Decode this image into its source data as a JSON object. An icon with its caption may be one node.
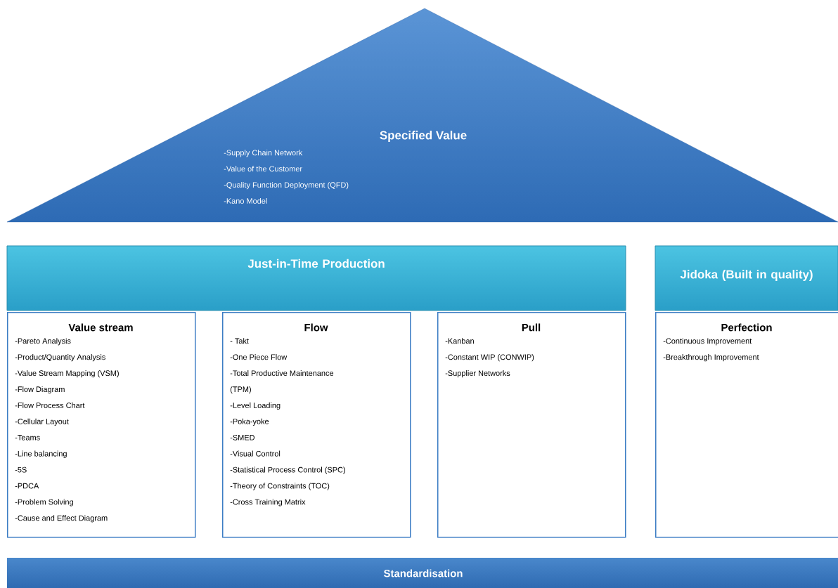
{
  "diagram": {
    "nodes": [
      {
        "text": [
          "Specified Value",
          "-Supply Chain Network",
          "-Value of the Customer",
          "-Quality Function Deployment (QFD)",
          "-Kano Model"
        ]
      },
      {
        "text": [
          "Just-in-Time Production"
        ]
      },
      {
        "text": [
          "Value stream",
          "-Pareto Analysis",
          "-Product/Quantity Analysis",
          "-Value Stream Mapping (VSM)",
          "-Flow Diagram",
          "-Flow Process Chart",
          "-Cellular Layout",
          "-Teams",
          "-Line balancing",
          "-5S",
          "-PDCA",
          "-Problem Solving",
          "-Cause and Effect Diagram"
        ]
      },
      {
        "text": [
          "Flow",
          "- Takt",
          "-One Piece Flow",
          "-Total Productive Maintenance (TPM)",
          "-Level Loading",
          "-Poka-yoke",
          "-SMED",
          "-Visual Control",
          "-Statistical Process Control (SPC)",
          "-Theory of Constraints (TOC)",
          "-Cross Training Matrix"
        ]
      },
      {
        "text": [
          "Pull",
          "-Kanban",
          "-Constant WIP (CONWIP)",
          "-Supplier Networks"
        ]
      },
      {
        "text": [
          "Jidoka (Built in quality)"
        ]
      },
      {
        "text": [
          "Perfection",
          "-Continuous Improvement",
          "-Breakthrough Improvement"
        ]
      },
      {
        "text": [
          "Standardisation"
        ]
      }
    ]
  }
}
